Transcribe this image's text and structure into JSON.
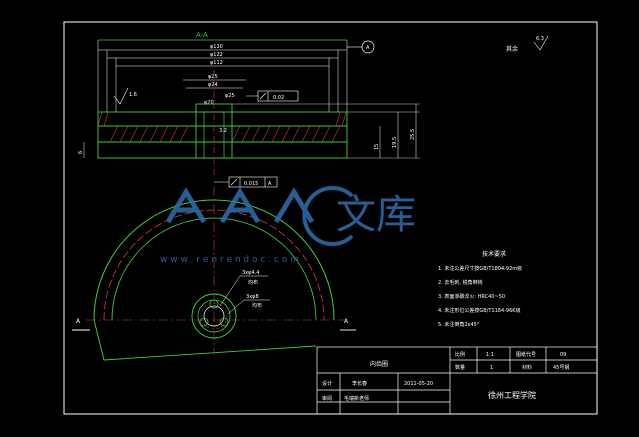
{
  "section_title": "A-A",
  "section_marker": "A",
  "cut_label_left": "A",
  "cut_label_right": "A",
  "roughness_corner": "6.3",
  "roughness_rest": "其余",
  "roughness_small": "1.6",
  "dims": {
    "d1": "φ130",
    "d2": "φ122",
    "d3": "φ112",
    "d4": "φ25",
    "d5": "φ24",
    "d6": "φ20",
    "d7": "φ25",
    "h1": "15",
    "h2": "19.5",
    "h3": "25.5",
    "left_small": "6",
    "mid_small": "3.2"
  },
  "tolerances": {
    "flatness_value": "0.02",
    "runout_value": "0.015",
    "datum": "A"
  },
  "hole_notes": {
    "note1": "3xφ4.4",
    "note1_sub": "均布",
    "note2": "3xφ8",
    "note2_sub": "均布"
  },
  "watermark": {
    "brand": "文库",
    "url": "w w w . r e n r e n d o c . c o m"
  },
  "tech": {
    "title": "技术要求",
    "items": [
      "1. 未注公差尺寸按GB/T1804-92m级",
      "2. 去毛刺, 锐角倒钝",
      "3. 表面渗碳淬火: HRC40~50",
      "4. 未注形位公差按GB/T1184-96K级",
      "5. 未注倒角2x45°"
    ]
  },
  "title_block": {
    "part_name": "内齿圈",
    "scale_label": "比例",
    "scale_value": "1:1",
    "drawing_no_label": "图纸代号",
    "drawing_no_value": "09",
    "qty_label": "数量",
    "qty_value": "1",
    "material_label": "材料",
    "material_value": "45号钢",
    "designer_label": "设计",
    "designer_value": "李长春",
    "date_value": "2011-05-20",
    "checker_label": "审阅",
    "checker_value": "毛瑞新老师",
    "school": "徐州工程学院"
  }
}
